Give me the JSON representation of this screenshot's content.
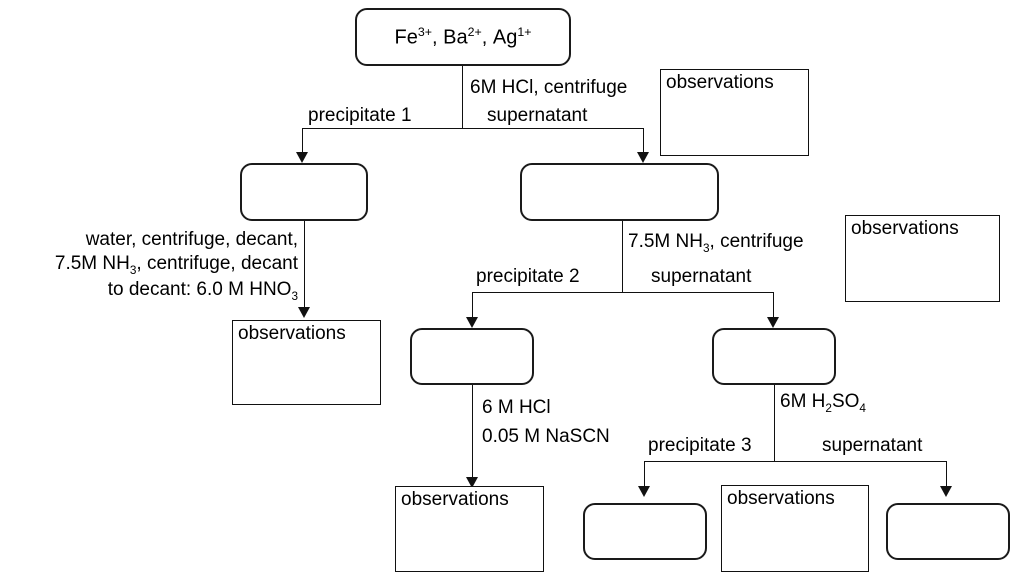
{
  "diagram": {
    "title_box": {
      "text_plain": "Fe3+ , Ba2+ , Ag1+",
      "species": [
        {
          "symbol": "Fe",
          "charge": "3+"
        },
        {
          "symbol": "Ba",
          "charge": "2+"
        },
        {
          "symbol": "Ag",
          "charge": "1+"
        }
      ]
    },
    "reagents": {
      "step1_line1": "6M HCl, centrifuge",
      "step2_line1_pre": "7.5M NH",
      "step2_line1_sub": "3",
      "step2_line1_post": ", centrifuge",
      "step3_line1": "6 M HCl",
      "step3_line2": "0.05 M NaSCN",
      "step4_pre": "6M H",
      "step4_sub1": "2",
      "step4_mid": "SO",
      "step4_sub2": "4",
      "left_treatment_line1": "water, centrifuge, decant,",
      "left_treatment_line2_pre": "7.5M NH",
      "left_treatment_line2_sub": "3",
      "left_treatment_line2_post": ", centrifuge, decant",
      "left_treatment_line3_pre": "to decant:  6.0 M HNO",
      "left_treatment_line3_sub": "3"
    },
    "branch_labels": {
      "precipitate1": "precipitate 1",
      "supernatant1": "supernatant",
      "precipitate2": "precipitate 2",
      "supernatant2": "supernatant",
      "precipitate3": "precipitate 3",
      "supernatant3": "supernatant"
    },
    "observation_boxes": [
      {
        "id": "obs-top-right",
        "label": "observations"
      },
      {
        "id": "obs-mid-right",
        "label": "observations"
      },
      {
        "id": "obs-left",
        "label": "observations"
      },
      {
        "id": "obs-center-bottom",
        "label": "observations"
      },
      {
        "id": "obs-bottom-right",
        "label": "observations"
      }
    ],
    "result_boxes": [
      {
        "id": "result-precipitate-1",
        "label": ""
      },
      {
        "id": "result-supernatant-1",
        "label": ""
      },
      {
        "id": "result-precipitate-2",
        "label": ""
      },
      {
        "id": "result-supernatant-2",
        "label": ""
      },
      {
        "id": "result-precipitate-3",
        "label": ""
      },
      {
        "id": "result-supernatant-3",
        "label": ""
      }
    ],
    "colors": {
      "stroke": "#111111",
      "text": "#000000",
      "background": "#ffffff"
    }
  }
}
